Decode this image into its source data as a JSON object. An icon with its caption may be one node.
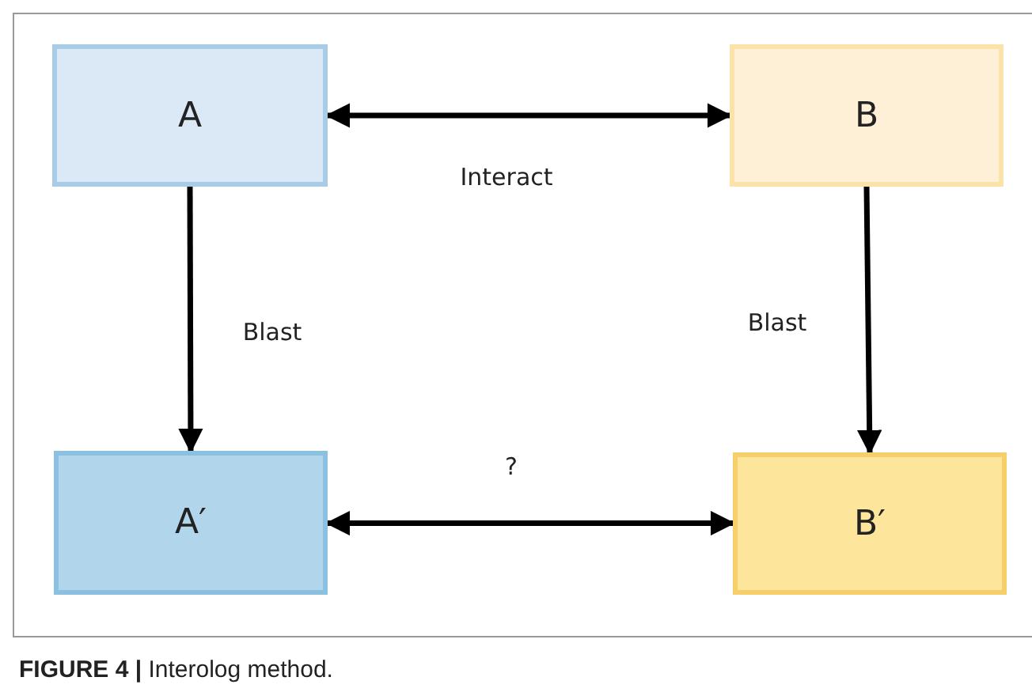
{
  "diagram": {
    "caption": "**FIGURE 4 |** Interolog method.",
    "nodes": [
      {
        "text": [
          "A"
        ]
      },
      {
        "text": [
          "B"
        ]
      },
      {
        "text": [
          "A′"
        ]
      },
      {
        "text": [
          "B′"
        ]
      }
    ],
    "edges": [
      {
        "from": 0,
        "to": 1,
        "arrow": "both",
        "label": "Interact"
      },
      {
        "from": 0,
        "to": 2,
        "arrow": "to",
        "label": "Blast"
      },
      {
        "from": 1,
        "to": 3,
        "arrow": "to",
        "label": "Blast"
      },
      {
        "from": 2,
        "to": 3,
        "arrow": "both",
        "label": "?"
      }
    ]
  }
}
